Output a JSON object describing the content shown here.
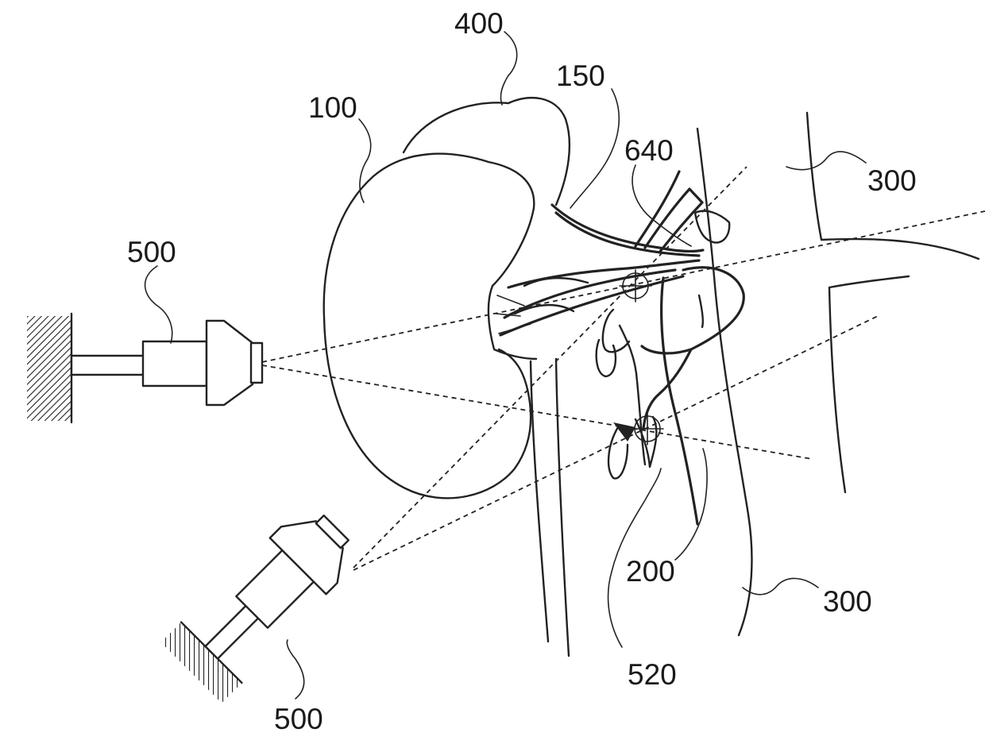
{
  "labels": {
    "kidney": "100",
    "adrenal_gland": "400",
    "renal_vessels": "150",
    "reference_640": "640",
    "body_outline_upper": "300",
    "body_outline_lower": "300",
    "ureter": "200",
    "target_520": "520",
    "imaging_device_upper": "500",
    "imaging_device_lower": "500"
  },
  "icons": {
    "mount": "hatched-mount-icon",
    "camera": "camera-icon",
    "target": "crosshair-target-icon"
  }
}
